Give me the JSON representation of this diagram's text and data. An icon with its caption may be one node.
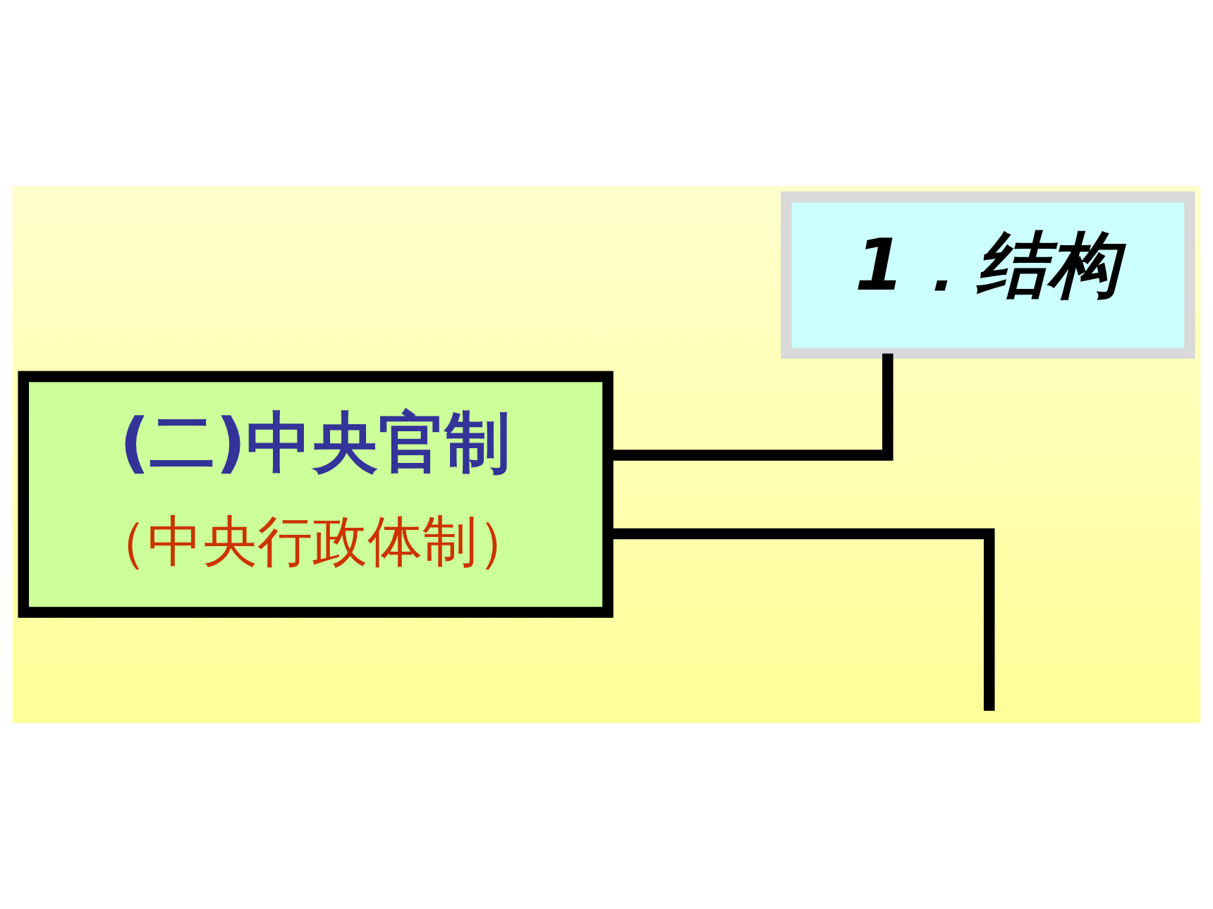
{
  "diagram": {
    "nodes": [
      {
        "text": [
          "(二)中央官制",
          "（中央行政体制）"
        ]
      },
      {
        "text": [
          "1．结构"
        ]
      }
    ],
    "edges": [
      {
        "from": 0,
        "to": 1,
        "arrow": "none"
      },
      {
        "from": 0,
        "to": null,
        "arrow": "none"
      }
    ]
  }
}
